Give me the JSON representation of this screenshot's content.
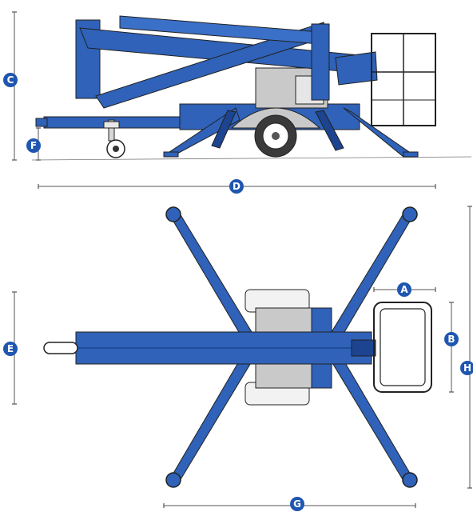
{
  "colors": {
    "lift_blue": "#2f62b8",
    "lift_blue_dark": "#1d4490",
    "outline": "#222222",
    "dimension_line": "#555555",
    "badge": "#1f56b0",
    "tire": "#3a3a3a",
    "grey_body": "#c9c9c9",
    "white_panel": "#f2f2f2"
  },
  "dimension_labels": {
    "a": "A",
    "b": "B",
    "c": "C",
    "d": "D",
    "e": "E",
    "f": "F",
    "g": "G",
    "h": "H"
  },
  "views": {
    "side": {
      "icon": "side-elevation-view"
    },
    "top": {
      "icon": "top-plan-view"
    }
  }
}
